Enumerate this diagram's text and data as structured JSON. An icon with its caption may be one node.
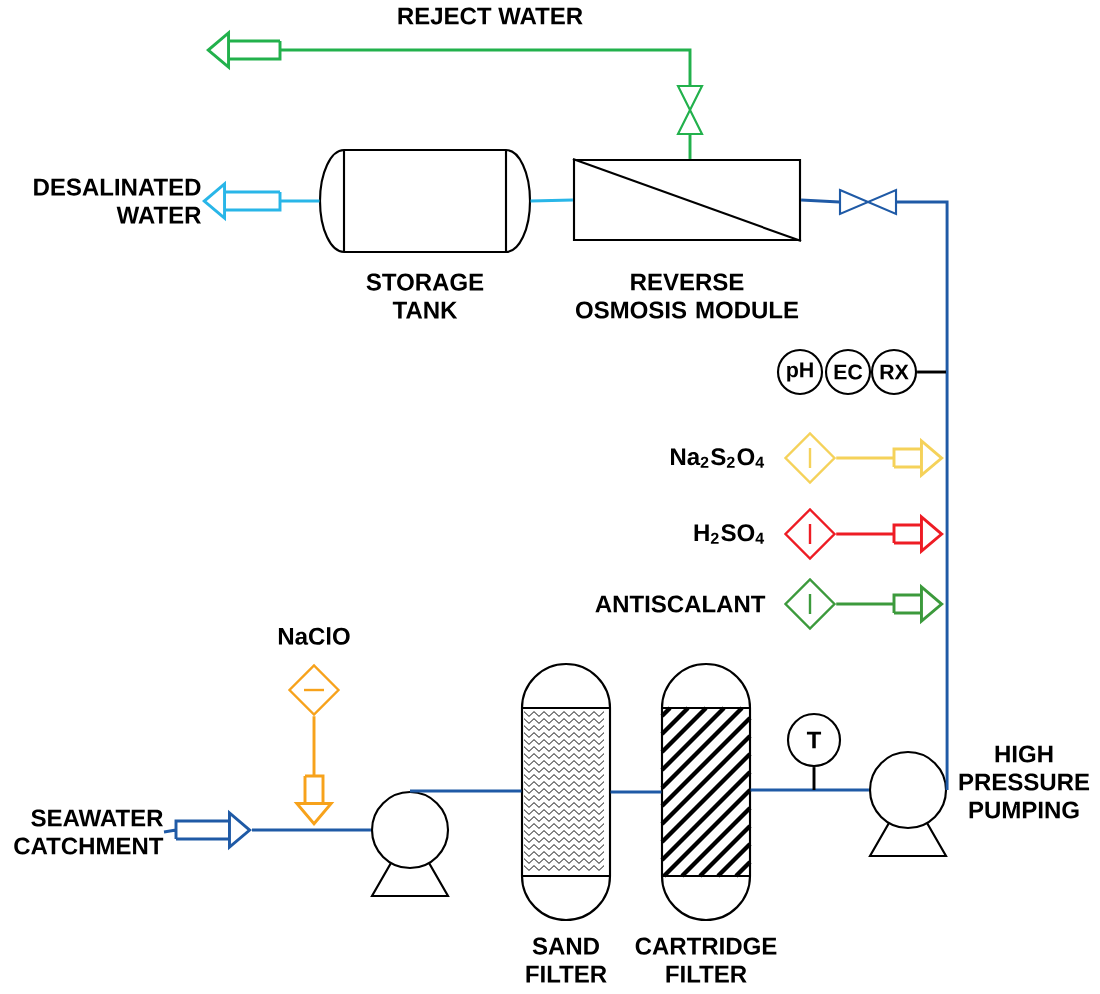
{
  "diagram": {
    "nodes": [
      {
        "text": [
          "DESALINATED WATER"
        ]
      },
      {
        "text": [
          "STORAGE TANK"
        ]
      },
      {
        "text": [
          "REVERSE OSMOSIS MODULE"
        ]
      },
      {
        "text": [],
        "shape": "valve"
      },
      {
        "text": [],
        "shape": "valve"
      },
      {
        "text": [
          "pH"
        ]
      },
      {
        "text": [
          "EC"
        ]
      },
      {
        "text": [
          "RX"
        ]
      },
      {
        "text": [],
        "shape": "diamond",
        "beside": [
          "Na$_{2}$S$_{2}$O$_{4}$"
        ]
      },
      {
        "text": [],
        "shape": "diamond",
        "beside": [
          "H$_{2}$SO$_{4}$"
        ]
      },
      {
        "text": [],
        "shape": "diamond",
        "beside": [
          "ANTISCALANT"
        ]
      },
      {
        "text": [],
        "shape": "diamond",
        "beside": [
          "NaClO"
        ]
      },
      {
        "text": [
          "SEAWATER CATCHMENT"
        ]
      },
      {
        "text": [],
        "shape": "pump"
      },
      {
        "text": [
          "SAND FILTER"
        ]
      },
      {
        "text": [
          "CARTRIDGE FILTER"
        ]
      },
      {
        "text": [
          "T"
        ]
      },
      {
        "text": [
          "HIGH PRESSURE PUMPING"
        ]
      }
    ],
    "edges": [
      {
        "from": 12,
        "to": null,
        "arrow": "to"
      },
      {
        "from": 13,
        "to": 14,
        "arrow": "none"
      },
      {
        "from": 14,
        "to": 15,
        "arrow": "none"
      },
      {
        "from": 15,
        "to": 17,
        "arrow": "none"
      },
      {
        "from": 17,
        "to": 4,
        "arrow": "none"
      },
      {
        "from": 4,
        "to": 2,
        "arrow": "none"
      },
      {
        "from": 2,
        "to": 1,
        "arrow": "none",
        "color": "#29b6e8"
      },
      {
        "from": 1,
        "to": 0,
        "arrow": "to",
        "color": "#29b6e8"
      },
      {
        "from": 2,
        "to": 3,
        "arrow": "none",
        "color": "#22b14c"
      },
      {
        "from": 3,
        "to": null,
        "arrow": "to",
        "label": "REJECT WATER",
        "color": "#22b14c"
      },
      {
        "from": 7,
        "to": null,
        "arrow": "none",
        "color": "#000000"
      },
      {
        "from": 8,
        "to": null,
        "arrow": "to",
        "color": "#f5d25a"
      },
      {
        "from": 9,
        "to": null,
        "arrow": "to",
        "color": "#ee1c24"
      },
      {
        "from": 10,
        "to": null,
        "arrow": "to",
        "color": "#3c9a3c"
      },
      {
        "from": 11,
        "to": null,
        "arrow": "to",
        "color": "#f7a21b"
      },
      {
        "from": 16,
        "to": null,
        "arrow": "none",
        "color": "#000000"
      },
      {
        "from": null,
        "to": 13,
        "arrow": "none"
      }
    ]
  }
}
